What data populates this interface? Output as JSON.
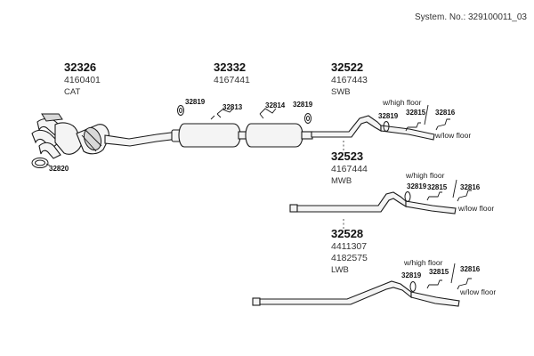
{
  "header": {
    "system_number": "System. No.: 329100011_03"
  },
  "assemblies": [
    {
      "part_number": "32326",
      "oe_numbers": [
        "4160401"
      ],
      "description": "CAT"
    },
    {
      "part_number": "32332",
      "oe_numbers": [
        "4167441"
      ],
      "description": ""
    },
    {
      "part_number": "32522",
      "oe_numbers": [
        "4167443"
      ],
      "description": "SWB"
    },
    {
      "part_number": "32523",
      "oe_numbers": [
        "4167444"
      ],
      "description": "MWB"
    },
    {
      "part_number": "32528",
      "oe_numbers": [
        "4411307",
        "4182575"
      ],
      "description": "LWB"
    }
  ],
  "part_labels": {
    "clamp_cat": "32820",
    "ring_left": "32819",
    "hanger_a": "32813",
    "hanger_b": "32814",
    "ring_right": "32819",
    "swb_ring": "32819",
    "swb_bracket_a": "32815",
    "swb_bracket_b": "32816",
    "mwb_ring": "32819",
    "mwb_bracket_a": "32815",
    "mwb_bracket_b": "32816",
    "lwb_ring": "32819",
    "lwb_bracket_a": "32815",
    "lwb_bracket_b": "32816"
  },
  "notes": {
    "high_floor": "w/high floor",
    "low_floor": "w/low floor"
  }
}
